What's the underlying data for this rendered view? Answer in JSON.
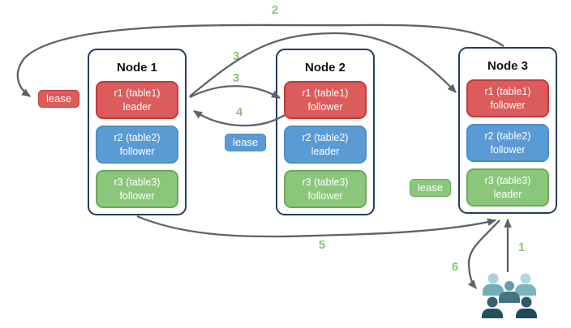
{
  "nodes": [
    {
      "title": "Node 1",
      "replicas": [
        {
          "name": "r1 (table1)",
          "role": "leader"
        },
        {
          "name": "r2 (table2)",
          "role": "follower"
        },
        {
          "name": "r3 (table3)",
          "role": "follower"
        }
      ]
    },
    {
      "title": "Node 2",
      "replicas": [
        {
          "name": "r1 (table1)",
          "role": "follower"
        },
        {
          "name": "r2 (table2)",
          "role": "leader"
        },
        {
          "name": "r3 (table3)",
          "role": "follower"
        }
      ]
    },
    {
      "title": "Node 3",
      "replicas": [
        {
          "name": "r1 (table1)",
          "role": "follower"
        },
        {
          "name": "r2 (table2)",
          "role": "follower"
        },
        {
          "name": "r3 (table3)",
          "role": "leader"
        }
      ]
    }
  ],
  "leases": [
    {
      "label": "lease",
      "color": "#dc5b5b",
      "attached_to": "r1 leader on Node 1"
    },
    {
      "label": "lease",
      "color": "#5b9bd5",
      "attached_to": "r2 leader on Node 2"
    },
    {
      "label": "lease",
      "color": "#8bc77b",
      "attached_to": "r3 leader on Node 3"
    }
  ],
  "steps": [
    {
      "label": "1",
      "arrow": "users to Node 3 bottom"
    },
    {
      "label": "2",
      "arrow": "Node 3 top to red lease at Node 1"
    },
    {
      "label": "3",
      "arrow": "Node 1 r1 leader to Node 3 r1 follower"
    },
    {
      "label": "3",
      "arrow": "Node 1 r1 leader to Node 2 r1 follower"
    },
    {
      "label": "4",
      "arrow": "Node 2 r1 follower back to Node 1 r1 leader"
    },
    {
      "label": "5",
      "arrow": "Node 1 bottom to Node 3 bottom"
    },
    {
      "label": "6",
      "arrow": "Node 3 bottom to users"
    }
  ],
  "icons": {
    "users": "users-icon"
  },
  "colors": {
    "replica_red": "#dc5b5b",
    "replica_blue": "#5b9bd5",
    "replica_green": "#8bc77b",
    "node_border": "#253c5f",
    "arrow": "#5e6266",
    "step_label": "#8bc47a"
  }
}
